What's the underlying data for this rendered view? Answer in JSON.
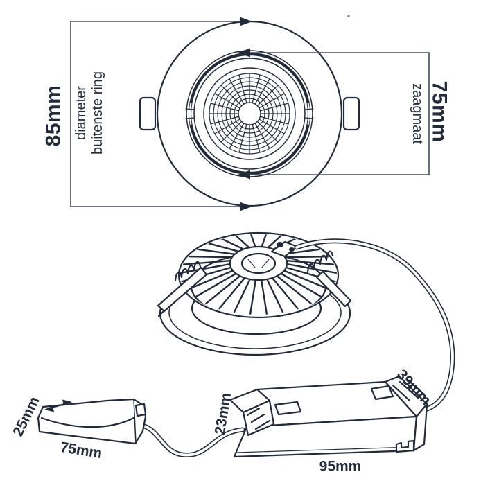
{
  "colors": {
    "background": "#ffffff",
    "ink": "#232b3a",
    "dim_line": "#454d60"
  },
  "top_view": {
    "outer_ring": {
      "value": "85mm",
      "caption_line1": "diameter",
      "caption_line2": "buitenste ring"
    },
    "cutout": {
      "value": "75mm",
      "caption": "zaagmaat"
    }
  },
  "connector": {
    "height": "25mm",
    "length": "75mm"
  },
  "driver": {
    "height": "23mm",
    "length": "95mm",
    "depth": "39mm"
  }
}
